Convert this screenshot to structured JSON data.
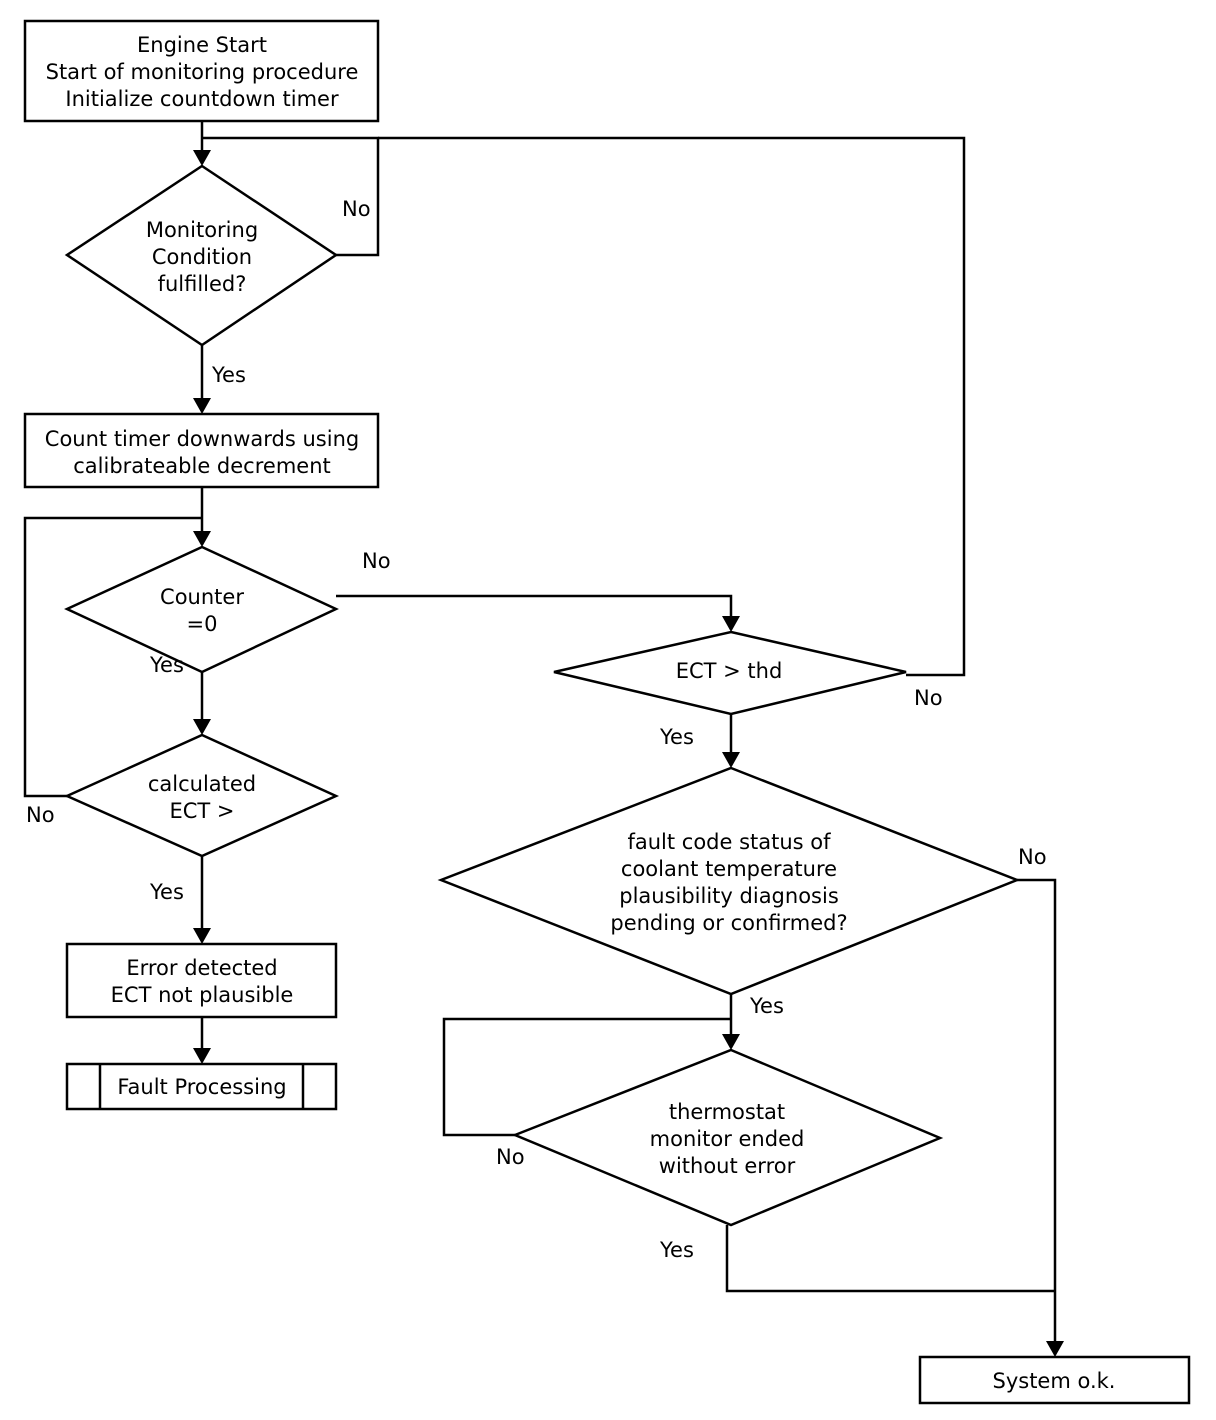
{
  "nodes": {
    "start": {
      "lines": [
        "Engine Start",
        "Start of monitoring procedure",
        "Initialize countdown timer"
      ]
    },
    "monitoring_condition": {
      "lines": [
        "Monitoring",
        "Condition",
        "fulfilled?"
      ]
    },
    "count_timer": {
      "lines": [
        "Count timer downwards using",
        "calibrateable decrement"
      ]
    },
    "counter_zero": {
      "lines": [
        "Counter",
        "=0"
      ]
    },
    "calculated_ect": {
      "lines": [
        "calculated",
        "ECT >"
      ]
    },
    "error_detected": {
      "lines": [
        "Error detected",
        "ECT not plausible"
      ]
    },
    "fault_processing": {
      "lines": [
        "Fault Processing"
      ]
    },
    "ect_thd": {
      "lines": [
        "ECT > thd"
      ]
    },
    "fault_code_status": {
      "lines": [
        "fault code status of",
        "coolant temperature",
        "plausibility diagnosis",
        "pending or confirmed?"
      ]
    },
    "thermostat_monitor": {
      "lines": [
        "thermostat",
        "monitor ended",
        "without error"
      ]
    },
    "system_ok": {
      "lines": [
        "System o.k."
      ]
    }
  },
  "edge_labels": {
    "monitoring_no": "No",
    "monitoring_yes": "Yes",
    "counter_no": "No",
    "counter_yes": "Yes",
    "calculated_no": "No",
    "calculated_yes": "Yes",
    "ect_thd_no": "No",
    "ect_thd_yes": "Yes",
    "fault_code_no": "No",
    "fault_code_yes": "Yes",
    "thermostat_no": "No",
    "thermostat_yes": "Yes"
  }
}
